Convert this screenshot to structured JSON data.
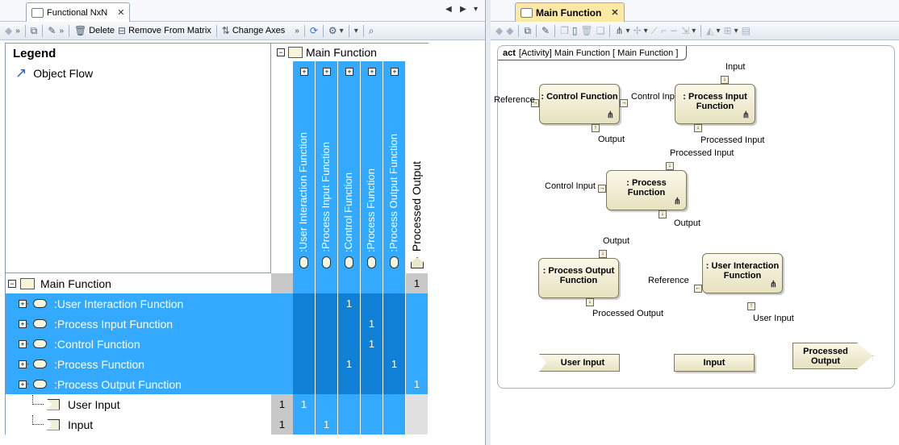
{
  "left_tab": {
    "title": "Functional NxN",
    "close": "✕"
  },
  "right_tab": {
    "title": "Main Function",
    "close": "✕"
  },
  "left_toolbar": {
    "delete": "Delete",
    "remove": "Remove From Matrix",
    "change_axes": "Change Axes"
  },
  "legend": {
    "title": "Legend",
    "item": "Object Flow"
  },
  "columns": {
    "group": "Main Function",
    "items": [
      ":User Interaction Function",
      ":Process Input Function",
      ":Control Function",
      ":Process Function",
      ":Process Output Function",
      "Processed Output"
    ]
  },
  "rows": [
    {
      "label": "Main Function",
      "cells": [
        "",
        "",
        "",
        "",
        "",
        "1"
      ]
    },
    {
      "label": ":User Interaction Function",
      "cells": [
        "",
        "",
        "1",
        "",
        "",
        ""
      ]
    },
    {
      "label": ":Process Input Function",
      "cells": [
        "",
        "",
        "",
        "1",
        "",
        ""
      ]
    },
    {
      "label": ":Control Function",
      "cells": [
        "",
        "",
        "",
        "1",
        "",
        ""
      ]
    },
    {
      "label": ":Process Function",
      "cells": [
        "",
        "",
        "1",
        "",
        "1",
        ""
      ]
    },
    {
      "label": ":Process Output Function",
      "cells": [
        "",
        "",
        "",
        "",
        "",
        "1"
      ]
    },
    {
      "label": "User Input",
      "total": "1",
      "cells": [
        "1",
        "",
        "",
        "",
        "",
        ""
      ]
    },
    {
      "label": "Input",
      "total": "1",
      "cells": [
        "",
        "1",
        "",
        "",
        "",
        ""
      ]
    }
  ],
  "diagram": {
    "frame_kind": "act",
    "frame_title": "[Activity] Main Function [ Main Function ]",
    "actions": {
      "control": ": Control Function",
      "process_input": ": Process Input Function",
      "process": ": Process Function",
      "process_output": ": Process Output Function",
      "user_interaction": ": User Interaction Function"
    },
    "pins": {
      "control_in": "Reference",
      "control_out_right": "Control Input",
      "control_out_bottom": "Output",
      "pi_in": "Input",
      "pi_out": "Processed Input",
      "p_in_top": "Processed Input",
      "p_in_left": "Control Input",
      "p_out": "Output",
      "po_in": "Output",
      "po_out": "Processed Output",
      "ui_out": "Reference",
      "ui_in": "User Input"
    },
    "params": {
      "user_input": "User Input",
      "input": "Input",
      "processed_output": "Processed Output"
    }
  },
  "colors": {
    "blue": "#33aaff",
    "dark_blue": "#0f80d6",
    "tab_selected": "#fce9a6"
  }
}
